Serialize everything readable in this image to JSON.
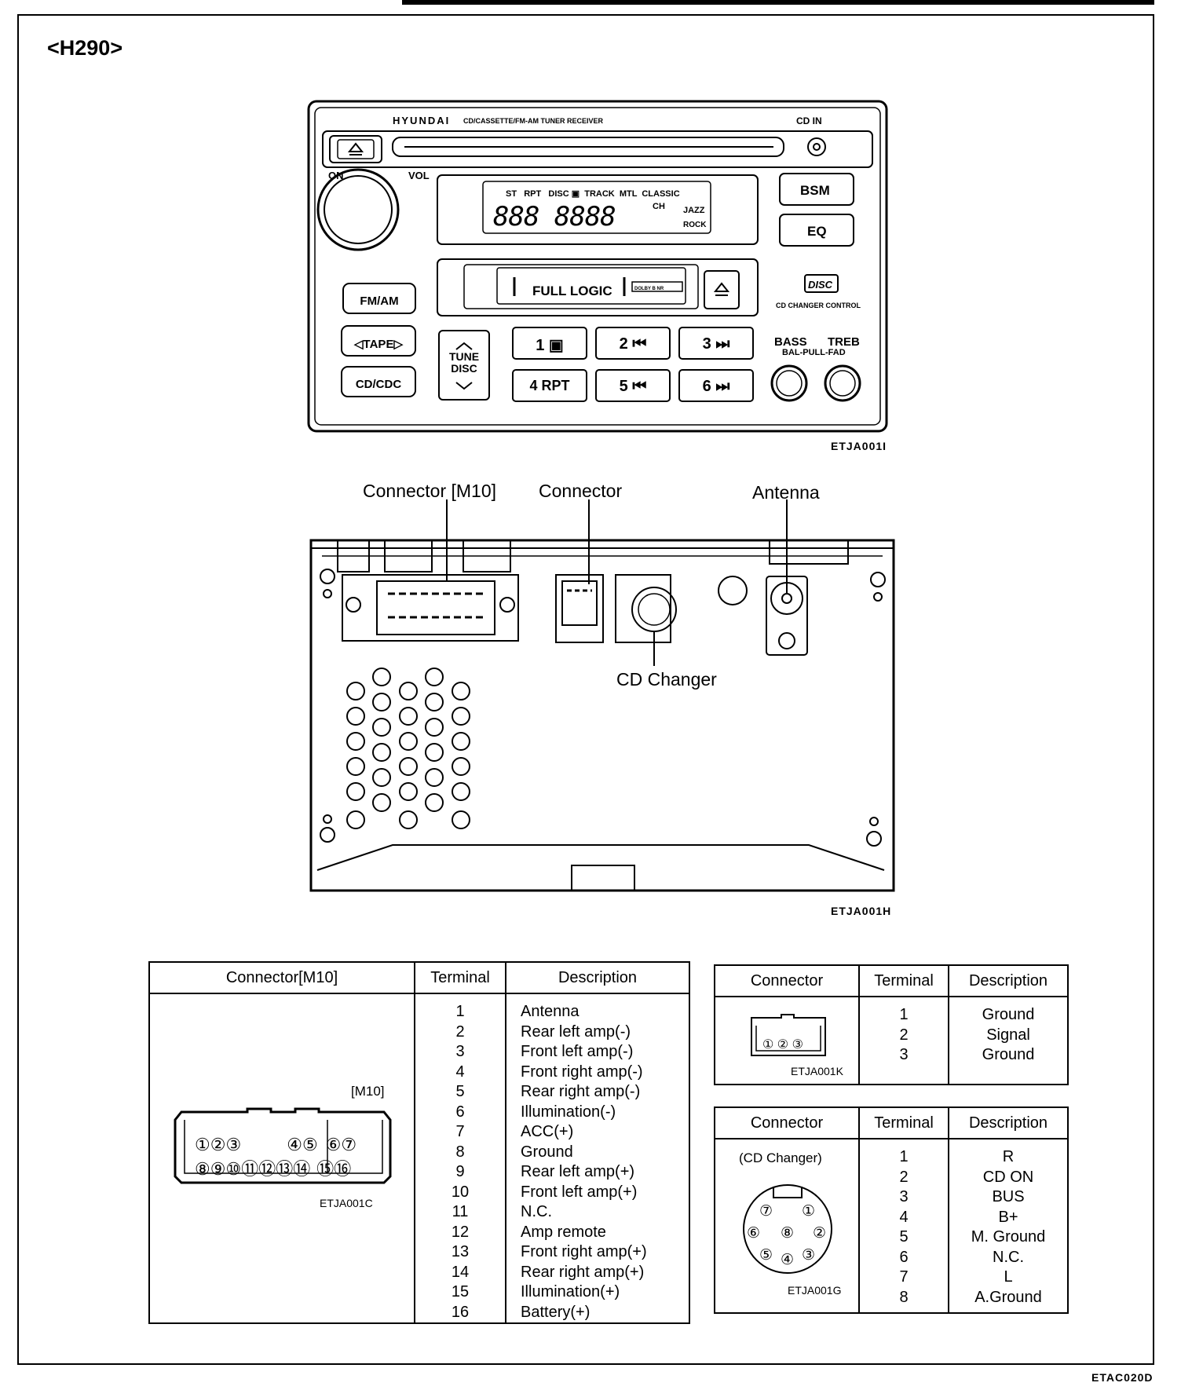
{
  "page": {
    "title": "<H290>",
    "figure_codes": {
      "front": "ETJA001I",
      "rear": "ETJA001H",
      "footer": "ETAC020D"
    }
  },
  "radio_front": {
    "brand": "HYUNDAI",
    "model_text": "CD/CASSETTE/FM-AM TUNER RECEIVER",
    "cd_in": "CD  IN",
    "on": "ON",
    "vol": "VOL",
    "display": {
      "indicators": "ST   RPT   DISC ▣  TRACK  MTL  CLASSIC",
      "digits": "888 8888",
      "ch": "CH",
      "jazz": "JAZZ",
      "rock": "ROCK"
    },
    "bsm": "BSM",
    "eq": "EQ",
    "fm_am": "FM/AM",
    "tape": "◁TAPE▷",
    "cd_cdc": "CD/CDC",
    "tune_disc": [
      "TUNE",
      "DISC"
    ],
    "full_logic": "FULL LOGIC",
    "dolby": "DOLBY B NR",
    "disc_logo": "DISC",
    "cd_changer_control": "CD CHANGER CONTROL",
    "presets": [
      "1 ▣",
      "2 ⏮",
      "3 ⏭",
      "4 RPT",
      "5 ⏮",
      "6 ⏭"
    ],
    "bass": "BASS",
    "treb": "TREB",
    "bal_fad": "BAL-PULL-FAD"
  },
  "rear_labels": {
    "connector_m10": "Connector [M10]",
    "connector": "Connector",
    "antenna": "Antenna",
    "cd_changer": "CD Changer"
  },
  "table_m10": {
    "headers": [
      "Connector[M10]",
      "Terminal",
      "Description"
    ],
    "connector_label": "[M10]",
    "pin_row1": [
      "①",
      "②",
      "③",
      "④",
      "⑤",
      "⑥",
      "⑦"
    ],
    "pin_row2": [
      "⑧",
      "⑨",
      "⑩",
      "⑪",
      "⑫",
      "⑬",
      "⑭",
      "⑮",
      "⑯"
    ],
    "figure_code": "ETJA001C",
    "terminals": [
      "1",
      "2",
      "3",
      "4",
      "5",
      "6",
      "7",
      "8",
      "9",
      "10",
      "11",
      "12",
      "13",
      "14",
      "15",
      "16"
    ],
    "descriptions": [
      "Antenna",
      "Rear left amp(-)",
      "Front left amp(-)",
      "Front right amp(-)",
      "Rear right amp(-)",
      "Illumination(-)",
      "ACC(+)",
      "Ground",
      "Rear left amp(+)",
      "Front left amp(+)",
      "N.C.",
      "Amp remote",
      "Front right amp(+)",
      "Rear right amp(+)",
      "Illumination(+)",
      "Battery(+)"
    ]
  },
  "table_connector": {
    "headers": [
      "Connector",
      "Terminal",
      "Description"
    ],
    "pins": [
      "①",
      "②",
      "③"
    ],
    "figure_code": "ETJA001K",
    "terminals": [
      "1",
      "2",
      "3"
    ],
    "descriptions": [
      "Ground",
      "Signal",
      "Ground"
    ]
  },
  "table_cd_changer": {
    "headers": [
      "Connector",
      "Terminal",
      "Description"
    ],
    "connector_label": "(CD Changer)",
    "pins": [
      "①",
      "②",
      "③",
      "④",
      "⑤",
      "⑥",
      "⑦",
      "⑧"
    ],
    "figure_code": "ETJA001G",
    "terminals": [
      "1",
      "2",
      "3",
      "4",
      "5",
      "6",
      "7",
      "8"
    ],
    "descriptions": [
      "R",
      "CD ON",
      "BUS",
      "B+",
      "M. Ground",
      "N.C.",
      "L",
      "A.Ground"
    ]
  }
}
